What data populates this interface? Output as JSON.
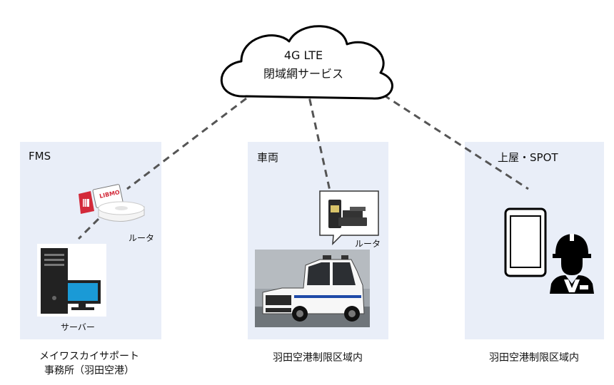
{
  "cloud": {
    "line1": "4G LTE",
    "line2": "閉域網サービス"
  },
  "panels": {
    "fms": {
      "title": "FMS",
      "router_label": "ルータ",
      "router_badge": "LIBMO",
      "server_label": "サーバー",
      "caption_line1": "メイワスカイサポート",
      "caption_line2": "事務所（羽田空港）"
    },
    "vehicle": {
      "title": "車両",
      "router_label": "ルータ",
      "caption": "羽田空港制限区域内"
    },
    "spot": {
      "title": "上屋・SPOT",
      "caption": "羽田空港制限区域内"
    }
  },
  "colors": {
    "panel_bg": "#e9eef8",
    "dash": "#555555",
    "accent_red": "#d32a3a"
  }
}
